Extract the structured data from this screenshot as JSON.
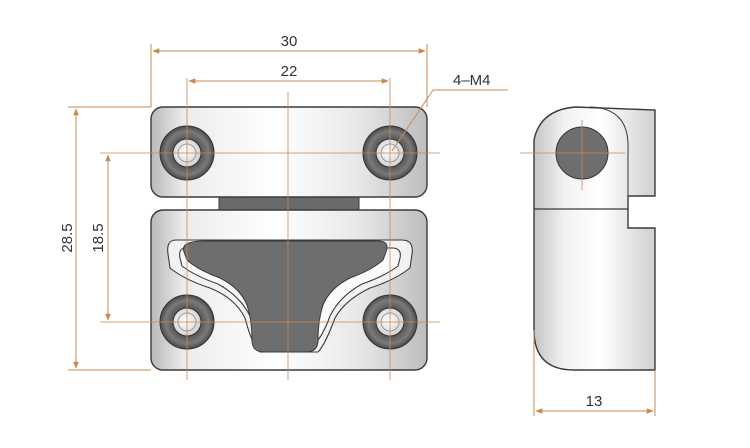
{
  "dimensions": {
    "overall_width": "30",
    "hole_spacing_horizontal": "22",
    "hole_callout": "4–M4",
    "overall_height": "28.5",
    "hole_spacing_vertical": "18.5",
    "side_depth": "13"
  },
  "colors": {
    "dimension_line": "#c98a52",
    "metal_light": "#f4f4f4",
    "metal_mid": "#d6d6d6",
    "metal_dark": "#a8a8a8",
    "insert_gray": "#6e6e6e",
    "outline": "#3a3a3a"
  }
}
